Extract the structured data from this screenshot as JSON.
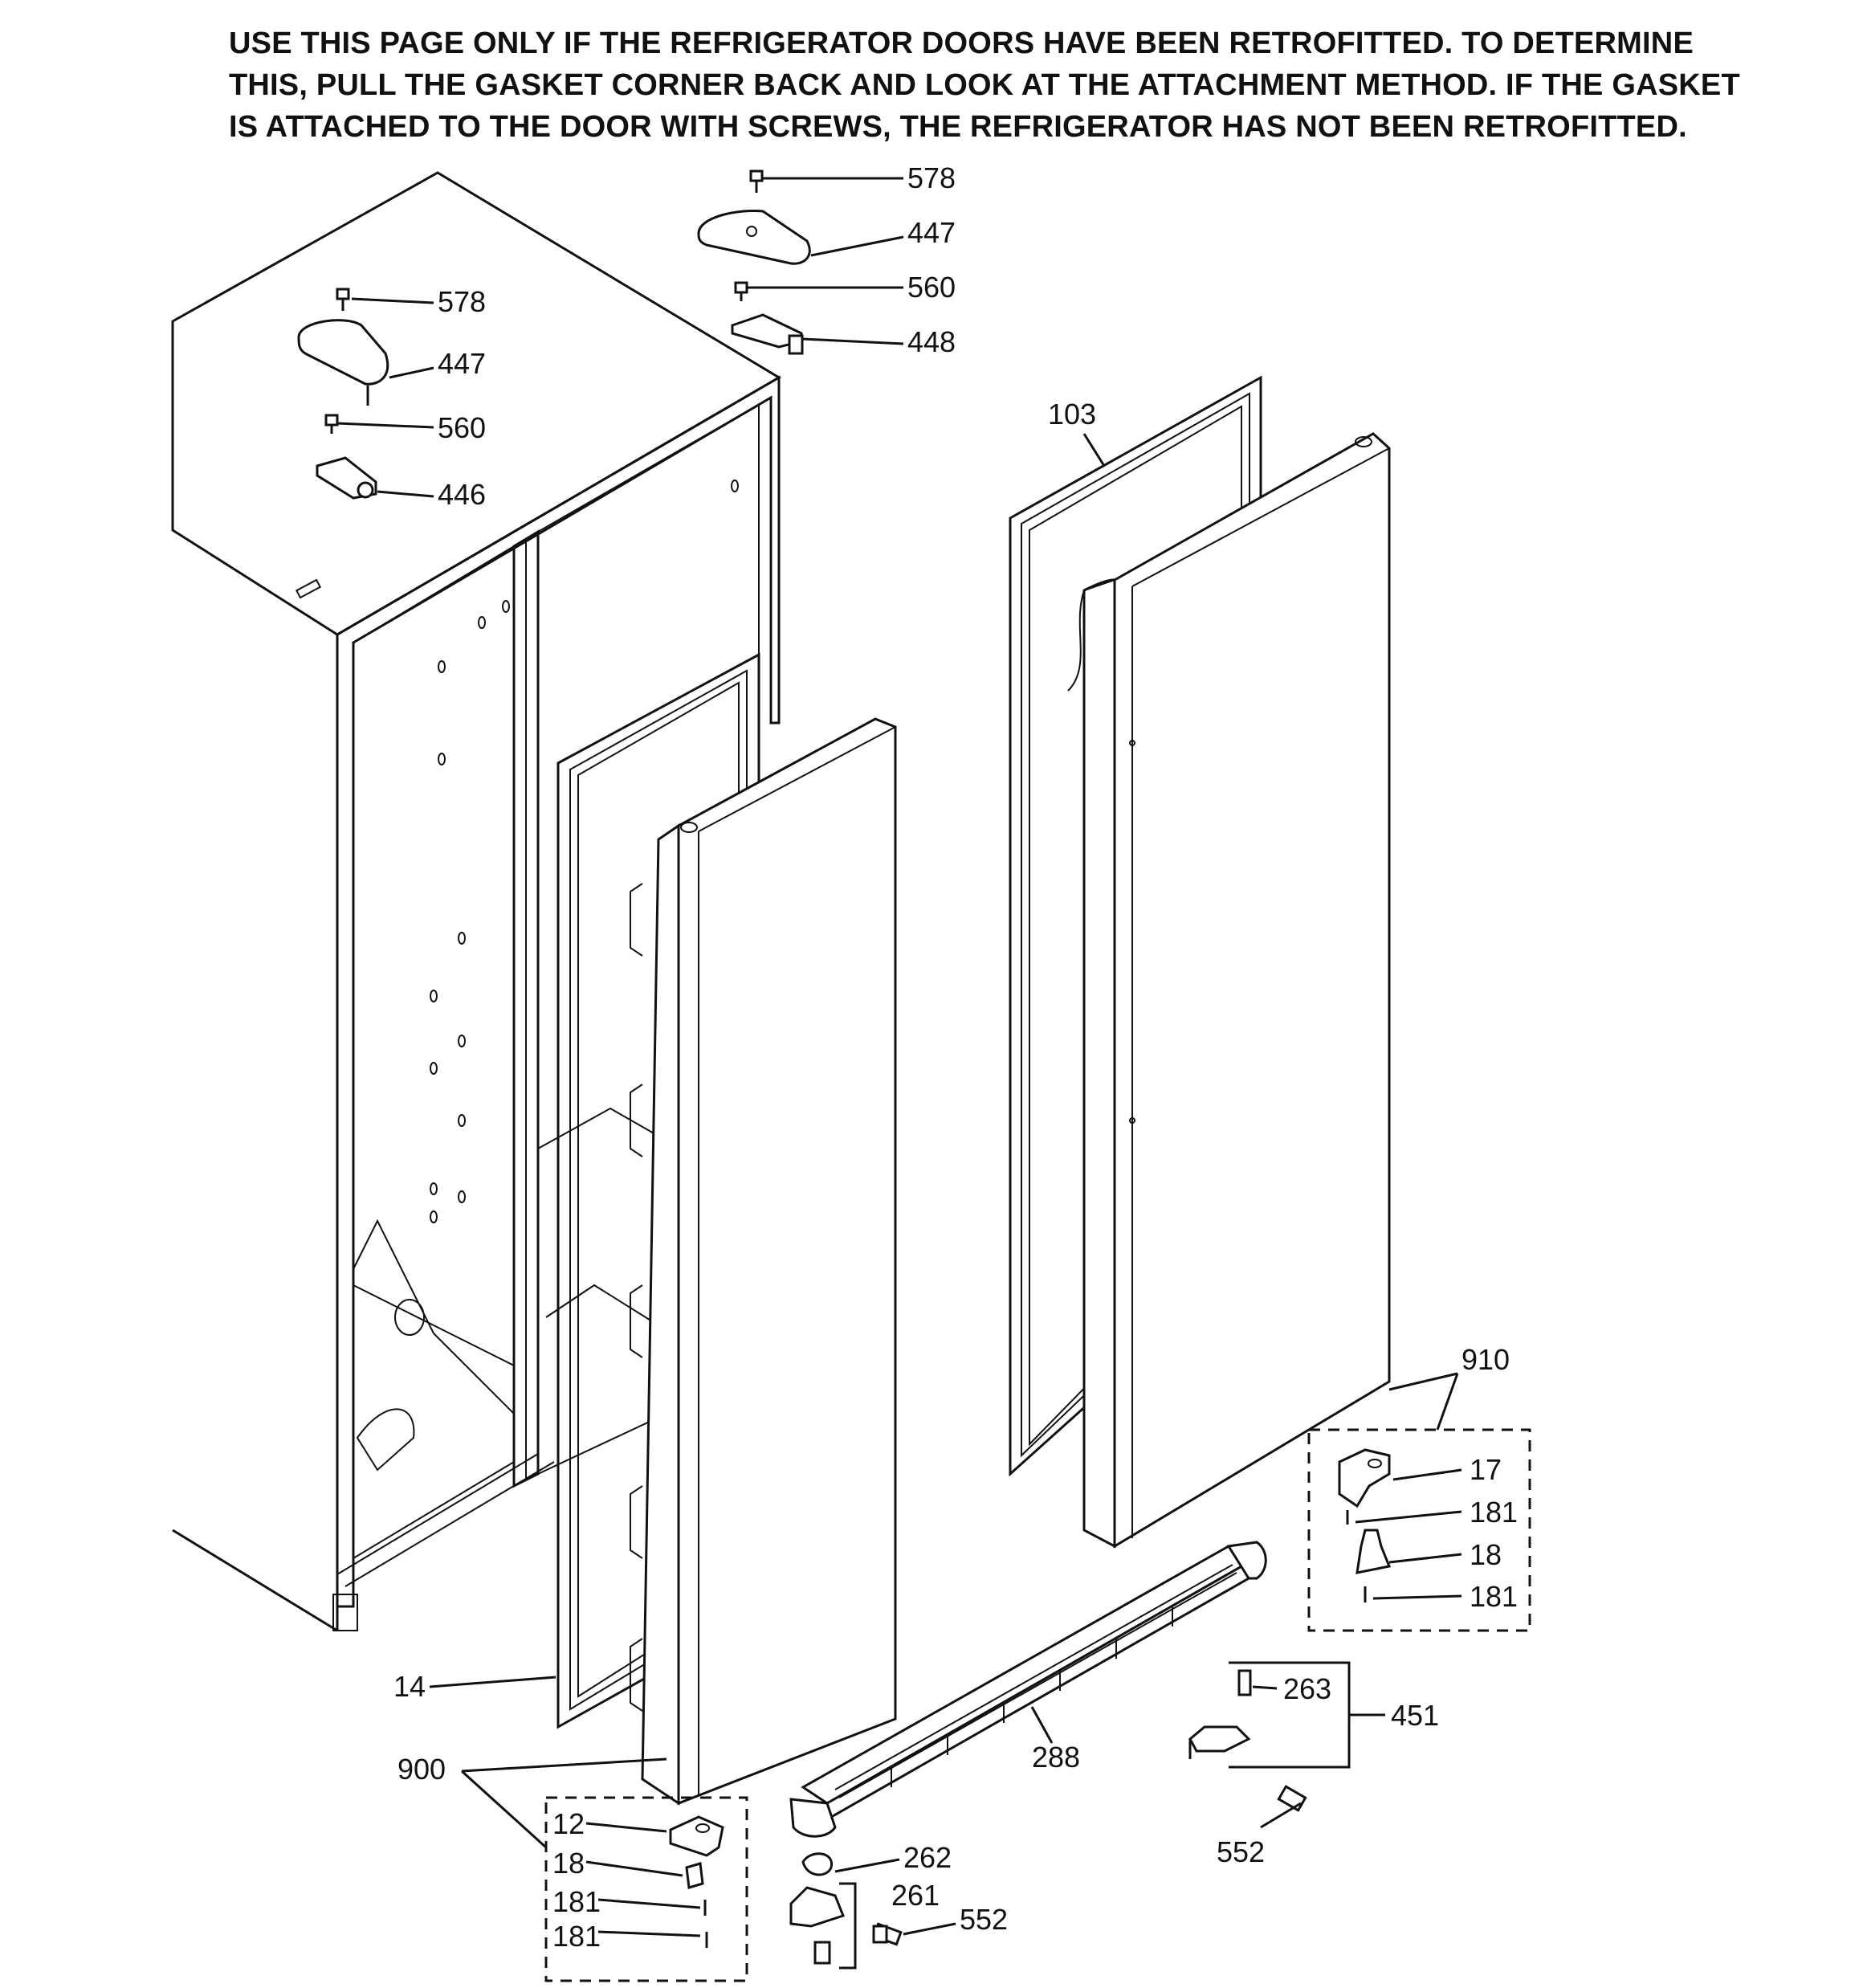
{
  "notice": {
    "line1": "USE THIS PAGE ONLY IF THE REFRIGERATOR DOORS HAVE BEEN RETROFITTED. TO DETERMINE",
    "line2": "THIS, PULL THE GASKET CORNER BACK AND LOOK AT THE ATTACHMENT METHOD. IF THE GASKET",
    "line3": "IS ATTACHED TO THE DOOR WITH SCREWS, THE REFRIGERATOR HAS NOT BEEN RETROFITTED."
  },
  "callouts": {
    "top_right_screw": "578",
    "top_right_cap": "447",
    "top_right_screw2": "560",
    "top_right_hinge": "448",
    "top_left_screw": "578",
    "top_left_cap": "447",
    "top_left_screw2": "560",
    "top_left_hinge": "446",
    "fridge_gasket": "103",
    "freezer_gasket": "14",
    "freezer_door": "900",
    "fridge_door": "910",
    "grille": "288",
    "kit_right_bracket": "17",
    "kit_right_screw_a": "181",
    "kit_right_pin": "18",
    "kit_right_screw_b": "181",
    "hinge_kit_right": "451",
    "hinge_kit_right_pin": "263",
    "screw_lower_right": "552",
    "kit_left_bracket": "12",
    "kit_left_pin": "18",
    "kit_left_screw_a": "181",
    "kit_left_screw_b": "181",
    "lower_left_washer": "262",
    "lower_left_hinge": "261",
    "screw_lower_left": "552"
  }
}
